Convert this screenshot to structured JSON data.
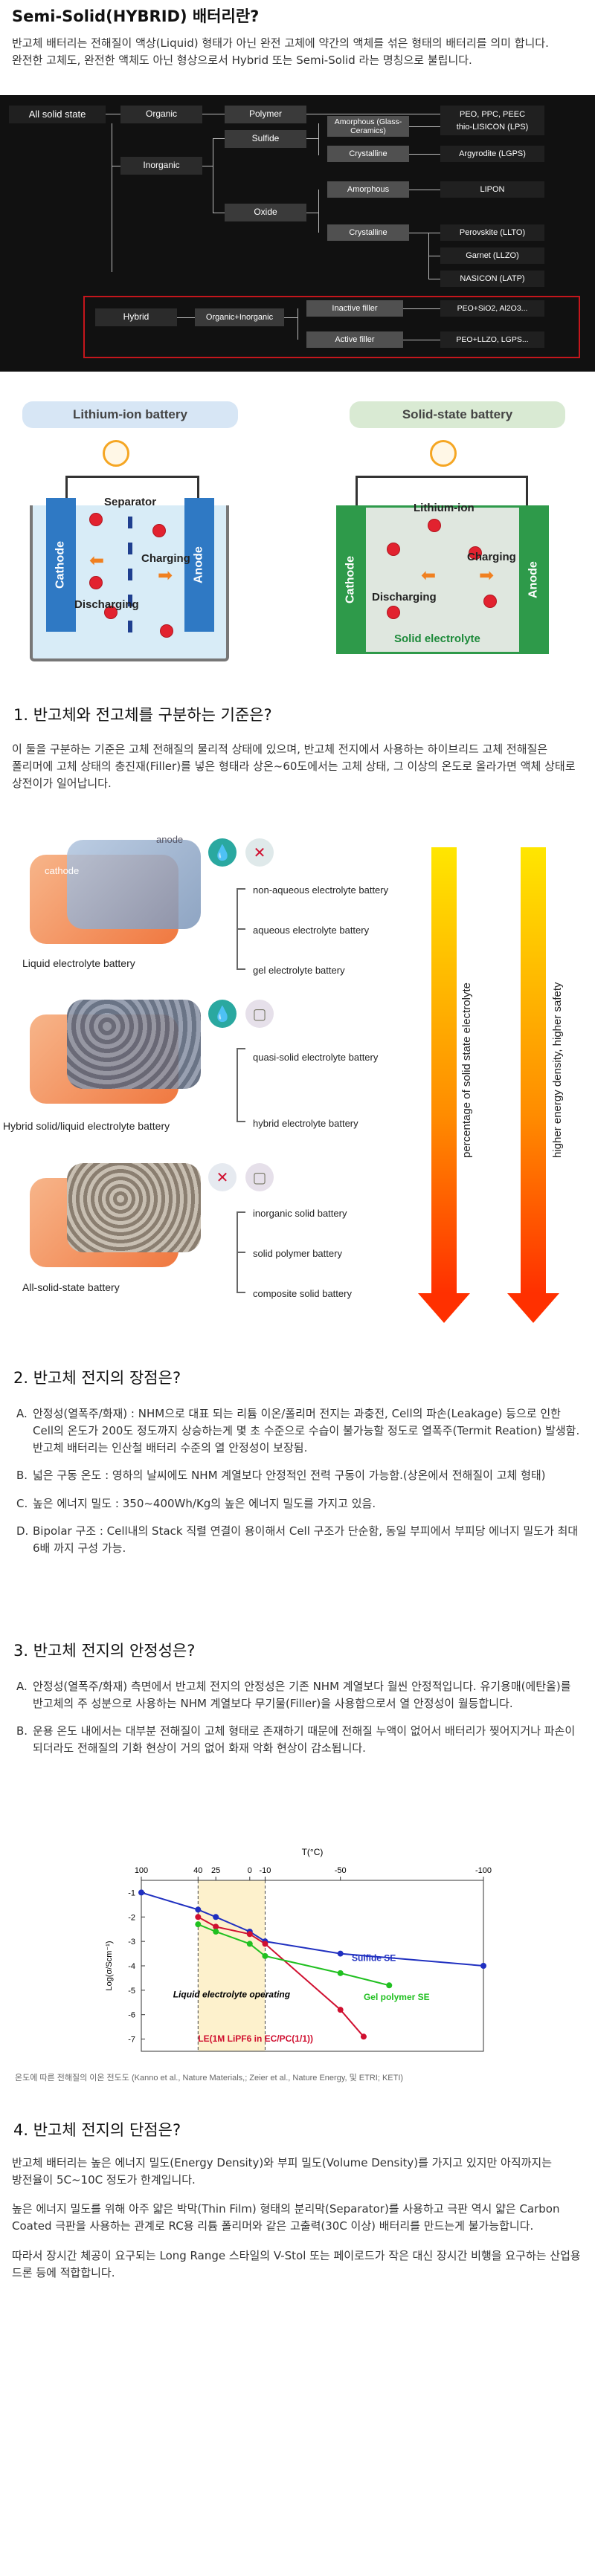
{
  "intro": {
    "title": "Semi-Solid(HYBRID) 배터리란?",
    "text": "반고체 배터리는 전해질이 액상(Liquid) 형태가 아닌 완전 고체에 약간의 액체를 섞은 형태의 배터리를 의미 합니다. 완전한 고체도, 완전한 액체도 아닌 형상으로서 Hybrid 또는 Semi-Solid 라는 명칭으로 불립니다."
  },
  "classification": {
    "root": "All solid state",
    "organic": "Organic",
    "polymer": "Polymer",
    "peo": "PEO, PPC, PEEC",
    "inorganic": "Inorganic",
    "sulfide": "Sulfide",
    "amorphous_glass": "Amorphous (Glass-Ceramics)",
    "thio": "thio-LISICON (LPS)",
    "crystalline1": "Crystalline",
    "argyrodite": "Argyrodite (LGPS)",
    "oxide": "Oxide",
    "amorphous": "Amorphous",
    "lipon": "LIPON",
    "crystalline2": "Crystalline",
    "perovskite": "Perovskite (LLTO)",
    "garnet": "Garnet (LLZO)",
    "nasicon": "NASICON (LATP)",
    "hybrid": "Hybrid",
    "org_inorg": "Organic+Inorganic",
    "inactive": "Inactive filler",
    "inactive_ex": "PEO+SiO2, Al2O3...",
    "active": "Active filler",
    "active_ex": "PEO+LLZO, LGPS..."
  },
  "cells": {
    "left_caption": "Lithium-ion battery",
    "right_caption": "Solid-state battery",
    "separator": "Separator",
    "cathode": "Cathode",
    "anode": "Anode",
    "charging": "Charging",
    "discharging": "Discharging",
    "lithium_ion": "Lithium-ion",
    "solid_electrolyte": "Solid electrolyte"
  },
  "s1": {
    "heading": "1. 반고체와 전고체를 구분하는 기준은?",
    "text": "이 둘을 구분하는 기준은 고체 전해질의 물리적 상태에 있으며, 반고체 전지에서 사용하는 하이브리드 고체 전해질은 폴리머에 고체 상태의 충진재(Filler)를 넣은 형태라 상온~60도에서는 고체 상태, 그 이상의 온도로 올라가면 액체 상태로 상전이가 일어납니다."
  },
  "fig2": {
    "anode": "anode",
    "cathode": "cathode",
    "group1": "Liquid electrolyte battery",
    "group2": "Hybrid solid/liquid electrolyte battery",
    "group3": "All-solid-state battery",
    "items": [
      "non-aqueous electrolyte battery",
      "aqueous electrolyte battery",
      "gel electrolyte battery",
      "quasi-solid electrolyte battery",
      "hybrid electrolyte battery",
      "inorganic solid battery",
      "solid polymer battery",
      "composite solid battery"
    ],
    "vert1": "percentage of solid state electrolyte",
    "vert2": "higher energy density, higher safety"
  },
  "s2": {
    "heading": "2. 반고체 전지의 장점은?",
    "items": [
      {
        "k": "A.",
        "t": "안정성(열폭주/화재) : NHM으로 대표 되는 리튬 이온/폴리머 전지는 과충전, Cell의 파손(Leakage) 등으로 인한 Cell의 온도가 200도 정도까지 상승하는게 몇 초 수준으로 수습이 불가능할 정도로 열폭주(Termit Reation) 발생함. 반고체 배터리는 인산철 배터리 수준의 열 안정성이 보장됨."
      },
      {
        "k": "B.",
        "t": "넓은 구동 온도 : 영하의 날씨에도 NHM 계열보다 안정적인 전력 구동이 가능함.(상온에서 전해질이 고체 형태)"
      },
      {
        "k": "C.",
        "t": "높은 에너지 밀도 : 350~400Wh/Kg의 높은 에너지 밀도를 가지고 있음."
      },
      {
        "k": "D.",
        "t": "Bipolar 구조 : Cell내의 Stack 직렬 연결이 용이해서 Cell 구조가 단순함, 동일 부피에서 부피당 에너지 밀도가 최대 6배 까지 구성 가능."
      }
    ]
  },
  "s3": {
    "heading": "3. 반고체 전지의 안정성은?",
    "items": [
      {
        "k": "A.",
        "t": "안정성(열폭주/화재) 측면에서 반고체 전지의 안정성은 기존 NHM 계열보다 월씬 안정적입니다. 유기용매(에탄올)를 반고체의 주 성분으로 사용하는 NHM 계열보다 무기물(Filler)을 사용함으로서 열 안정성이 월등합니다."
      },
      {
        "k": "B.",
        "t": "운용 온도 내에서는 대부분 전해질이 고체 형태로 존재하기 때문에 전해질 누액이 없어서 배터리가 찢어지거나 파손이 되더라도 전해질의 기화 현상이 거의 없어 화재 악화 현상이 감소됩니다."
      }
    ]
  },
  "chart_data": {
    "type": "line",
    "title": "",
    "xlabel": "T(°C)",
    "ylabel": "Log(σ/Scm⁻¹)",
    "top_ticks": [
      "100",
      "40",
      "25",
      "0",
      "-10",
      "-50",
      "-100"
    ],
    "y_ticks": [
      "-1",
      "-2",
      "-3",
      "-4",
      "-5",
      "-6",
      "-7"
    ],
    "ylim": [
      -7.5,
      -0.5
    ],
    "shaded_region": "Liquid electrolyte operating",
    "series": [
      {
        "name": "Sulfide SE",
        "color": "#2030c0",
        "values": [
          [
            100,
            -1.0
          ],
          [
            40,
            -1.7
          ],
          [
            25,
            -2.0
          ],
          [
            0,
            -2.6
          ],
          [
            -10,
            -3.0
          ],
          [
            -50,
            -3.5
          ],
          [
            -100,
            -4.0
          ]
        ]
      },
      {
        "name": "LE(1M LiPF6 in EC/PC(1/1))",
        "color": "#d01030",
        "values": [
          [
            40,
            -2.0
          ],
          [
            25,
            -2.4
          ],
          [
            0,
            -2.7
          ],
          [
            -10,
            -3.1
          ],
          [
            -50,
            -5.8
          ],
          [
            -60,
            -6.9
          ]
        ]
      },
      {
        "name": "Gel polymer SE",
        "color": "#20c020",
        "values": [
          [
            40,
            -2.3
          ],
          [
            25,
            -2.6
          ],
          [
            0,
            -3.1
          ],
          [
            -10,
            -3.6
          ],
          [
            -50,
            -4.3
          ],
          [
            -70,
            -4.8
          ]
        ]
      }
    ],
    "source": "온도에 따른 전해질의 이온 전도도 (Kanno et al., Nature Materials,; Zeier et al., Nature Energy, 및 ETRI; KETI)"
  },
  "s4": {
    "heading": "4. 반고체 전지의 단점은?",
    "paras": [
      "반고체 배터리는 높은 에너지 밀도(Energy Density)와 부피 밀도(Volume Density)를 가지고 있지만 아직까지는 방전율이 5C~10C 정도가 한계입니다.",
      "높은 에너지 밀도를 위해 아주 얇은 박막(Thin Film) 형태의 분리막(Separator)를 사용하고 극판 역시 얇은 Carbon Coated 극판을 사용하는 관계로 RC용 리튬 폴리머와 같은 고출력(30C 이상) 배터리를 만드는게 불가능합니다.",
      "따라서 장시간 체공이 요구되는 Long Range 스타일의 V-Stol 또는 페이로드가 작은 대신 장시간 비행을 요구하는 산업용 드론 등에 적합합니다."
    ]
  }
}
